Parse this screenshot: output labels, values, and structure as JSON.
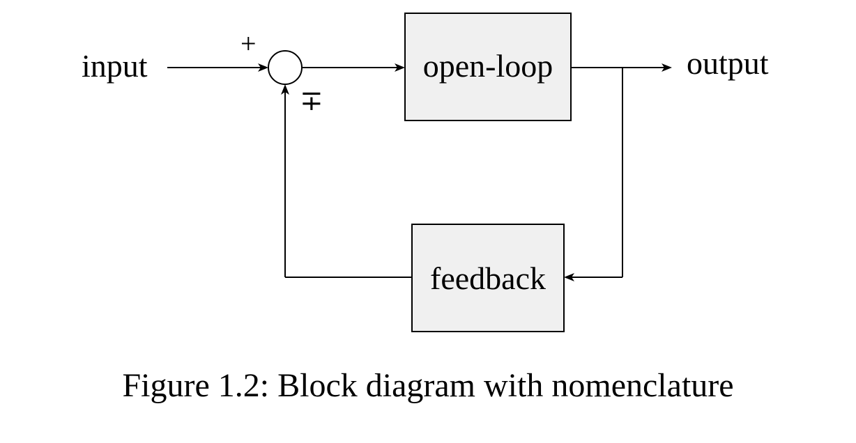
{
  "diagram": {
    "input_label": "input",
    "output_label": "output",
    "open_loop_label": "open-loop",
    "feedback_label": "feedback",
    "plus_sign": "+",
    "minus_plus_sign": "∓",
    "caption": "Figure 1.2: Block diagram with nomenclature"
  },
  "colors": {
    "block_fill": "#f0f0f0",
    "stroke": "#000000",
    "background": "#ffffff"
  }
}
